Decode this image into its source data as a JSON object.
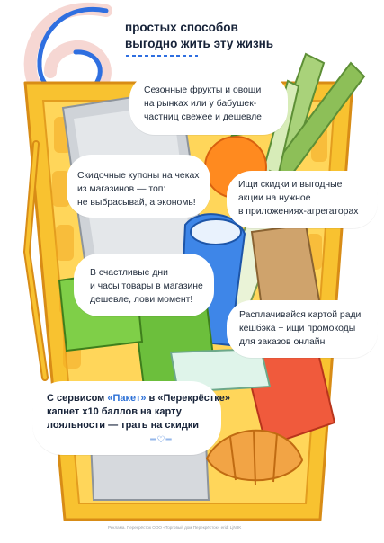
{
  "header": {
    "number": "6",
    "title_line1": "простых способов",
    "title_line2": "выгодно жить эту жизнь"
  },
  "tips": [
    {
      "lines": [
        "Сезонные фрукты и овощи",
        "на рынках или у бабушек-",
        "частниц свежее и дешевле"
      ]
    },
    {
      "lines": [
        "Скидочные купоны на чеках",
        "из магазинов — топ:",
        "не выбрасывай, а экономь!"
      ]
    },
    {
      "lines": [
        "Ищи скидки и выгодные",
        "акции на нужное",
        "в приложениях-агрегаторах"
      ]
    },
    {
      "lines": [
        "В счастливые дни",
        "и часы товары в магазине",
        "дешевле, лови момент!"
      ]
    },
    {
      "lines": [
        "Расплачивайся картой ради",
        "кешбэка + ищи промокоды",
        "для заказов онлайн"
      ]
    }
  ],
  "final_tip": {
    "prefix": "С сервисом ",
    "service": "«Пакет»",
    "middle": " в «Перекрёстке»",
    "line2": "капнет х10 баллов на карту",
    "line3": "лояльности —  трать на скидки",
    "emoji": "=♡="
  },
  "footer": "Реклама. Перекрёсток ООО «Торговый дом Перекрёсток» erid: LjN8K"
}
